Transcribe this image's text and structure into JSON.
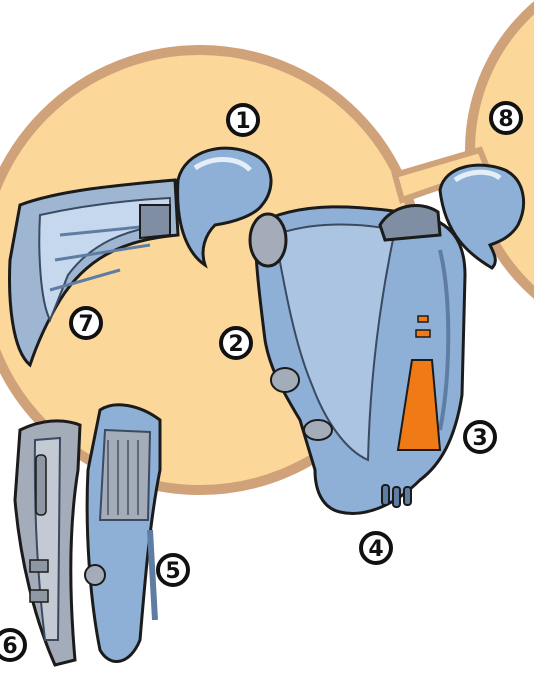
{
  "colors": {
    "background": "#ffffff",
    "disc_fill": "#fbd899",
    "disc_stroke": "#cfa27a",
    "hull_blue": "#8fb0d6",
    "hull_dark": "#5f7da3",
    "hull_light": "#c6d8ee",
    "panel_grey": "#a3acb8",
    "accent_orange": "#f07a16",
    "ink": "#1b1b1b"
  },
  "callouts": [
    {
      "id": "1",
      "label": "1"
    },
    {
      "id": "2",
      "label": "2"
    },
    {
      "id": "3",
      "label": "3"
    },
    {
      "id": "4",
      "label": "4"
    },
    {
      "id": "5",
      "label": "5"
    },
    {
      "id": "6",
      "label": "6"
    },
    {
      "id": "7",
      "label": "7"
    },
    {
      "id": "8",
      "label": "8"
    }
  ]
}
